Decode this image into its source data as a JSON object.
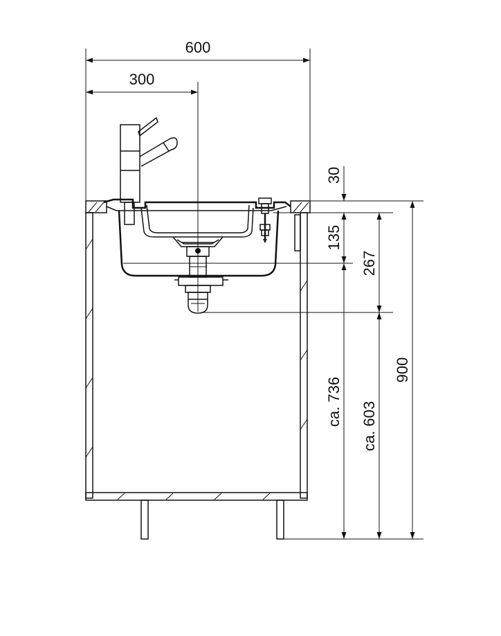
{
  "colors": {
    "line": "#111111",
    "background": "#ffffff"
  },
  "dimensions": {
    "total_width": "600",
    "half_width": "300",
    "worktop_thickness": "30",
    "bowl_depth": "135",
    "drain_depth": "267",
    "drain_height": "ca. 736",
    "trap_height": "ca. 603",
    "total_height": "900"
  }
}
